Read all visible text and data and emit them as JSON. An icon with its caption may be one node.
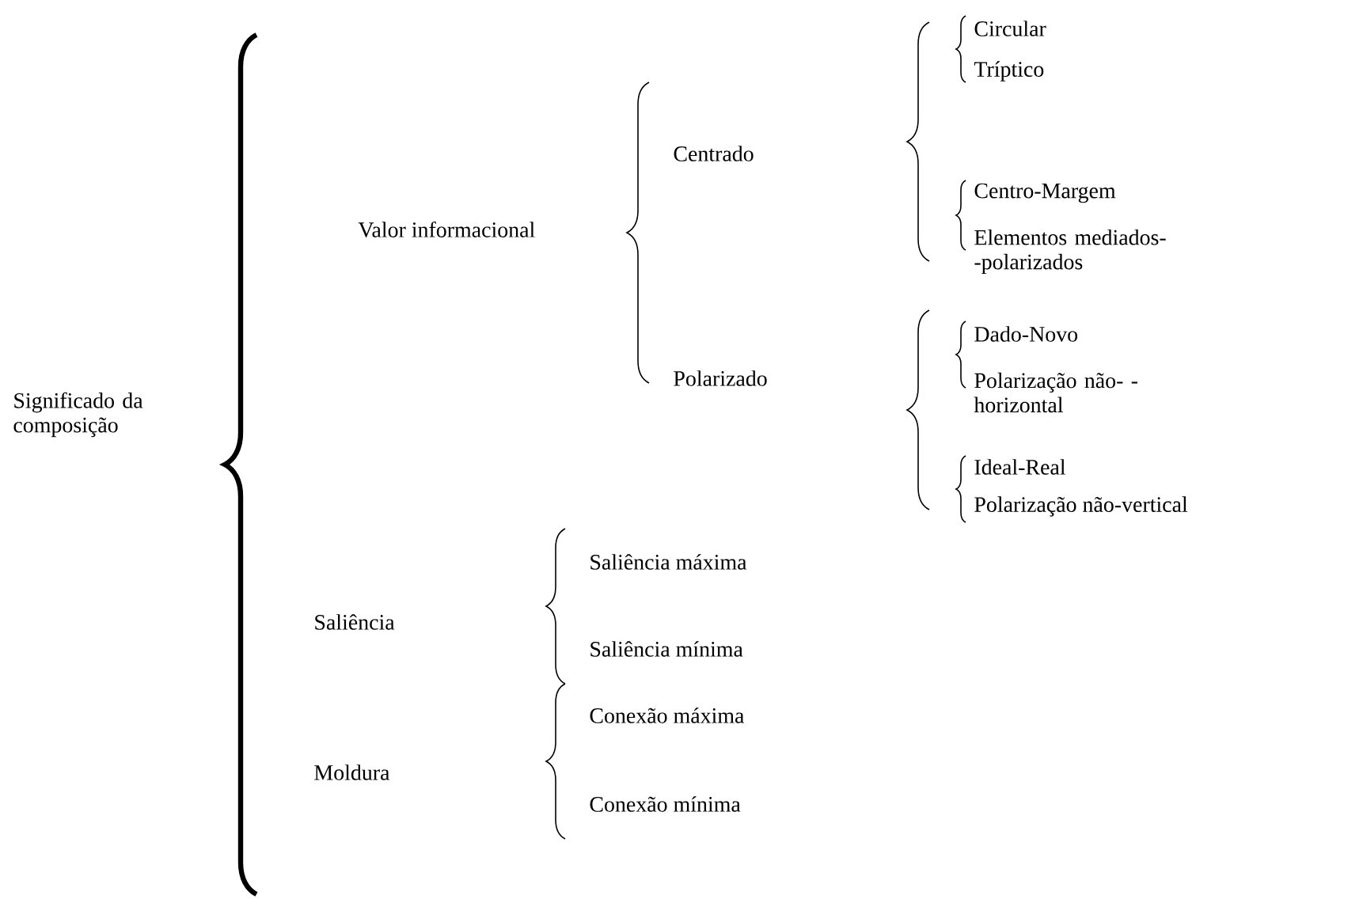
{
  "diagram": {
    "labels": [
      "Significado da composição",
      "Valor informacional",
      "Centrado",
      "Circular",
      "Tríptico",
      "Centro-Margem",
      "Elementos mediados- -polarizados",
      "Polarizado",
      "Dado-Novo",
      "Polarização não- -horizontal",
      "Ideal-Real",
      "Polarização não-vertical",
      "Saliência",
      "Saliência máxima",
      "Saliência mínima",
      "Moldura",
      "Conexão máxima",
      "Conexão mínima"
    ]
  }
}
